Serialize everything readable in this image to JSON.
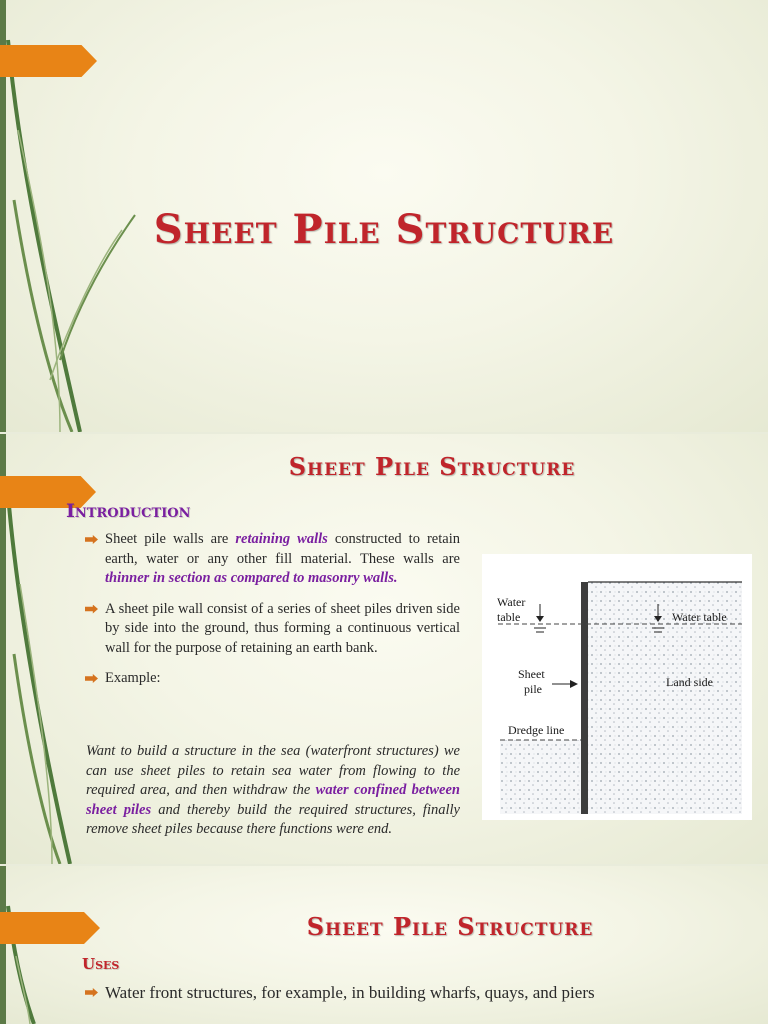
{
  "slide1": {
    "title": "Sheet Pile Structure"
  },
  "slide2": {
    "title": "Sheet Pile Structure",
    "section": "Introduction",
    "bullet1": {
      "t1": "Sheet pile walls are ",
      "h1": "retaining walls",
      "t2": " constructed to retain earth, water or any other fill material. These walls are ",
      "h2": "thinner in section as compared to masonry walls."
    },
    "bullet2": "A sheet pile wall consist of a series of sheet piles driven side by side into the ground, thus forming a continuous vertical wall for the purpose of retaining an earth bank.",
    "bullet3": "Example:",
    "example": {
      "t1": "Want to build a structure in the sea (waterfront structures) we can use sheet piles to retain sea water from flowing to the required area, and then withdraw the ",
      "h1": "water confined between sheet piles",
      "t2": " and thereby build the required structures, finally remove sheet piles because there functions were end."
    },
    "figure": {
      "water_table_left_1": "Water",
      "water_table_left_2": "table",
      "water_table_right": "Water table",
      "sheet_pile_1": "Sheet",
      "sheet_pile_2": "pile",
      "land_side": "Land side",
      "dredge_line": "Dredge line"
    }
  },
  "slide3": {
    "title": "Sheet Pile Structure",
    "section": "Uses",
    "bullet1": "Water front structures, for example, in building wharfs, quays, and piers"
  },
  "colors": {
    "title_red": "#c0252b",
    "accent_purple": "#7a1fa0",
    "tab_orange": "#e88416",
    "bar_green": "#5c7a47"
  }
}
